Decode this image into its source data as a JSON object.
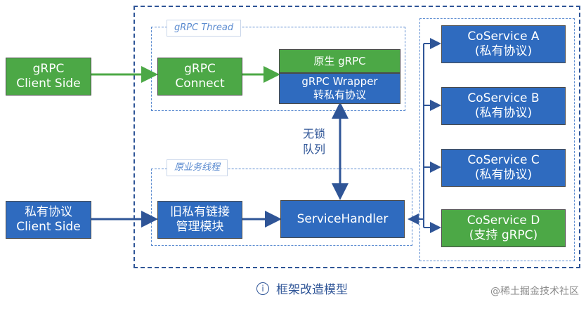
{
  "groups": {
    "grpc_thread": "gRPC Thread",
    "business_thread": "原业务线程"
  },
  "nodes": {
    "grpc_client": [
      "gRPC",
      "Client Side"
    ],
    "grpc_connect": [
      "gRPC",
      "Connect"
    ],
    "native_grpc": [
      "原生 gRPC"
    ],
    "grpc_wrapper": [
      "gRPC Wrapper",
      "转私有协议"
    ],
    "private_client": [
      "私有协议",
      "Client Side"
    ],
    "legacy_link": [
      "旧私有链接",
      "管理模块"
    ],
    "service_handler": [
      "ServiceHandler"
    ],
    "coservice_a": [
      "CoService A",
      "(私有协议)"
    ],
    "coservice_b": [
      "CoService B",
      "(私有协议)"
    ],
    "coservice_c": [
      "CoService C",
      "(私有协议)"
    ],
    "coservice_d": [
      "CoService D",
      "(支持 gRPC)"
    ]
  },
  "edge_label": [
    "无锁",
    "队列"
  ],
  "caption": {
    "icon": "i",
    "text": "框架改造模型"
  },
  "watermark": "@稀土掘金技术社区",
  "colors": {
    "green": "#4ca846",
    "blue": "#2f6bbf",
    "dark_blue": "#2f5597",
    "dashed": "#5b8bd0"
  }
}
